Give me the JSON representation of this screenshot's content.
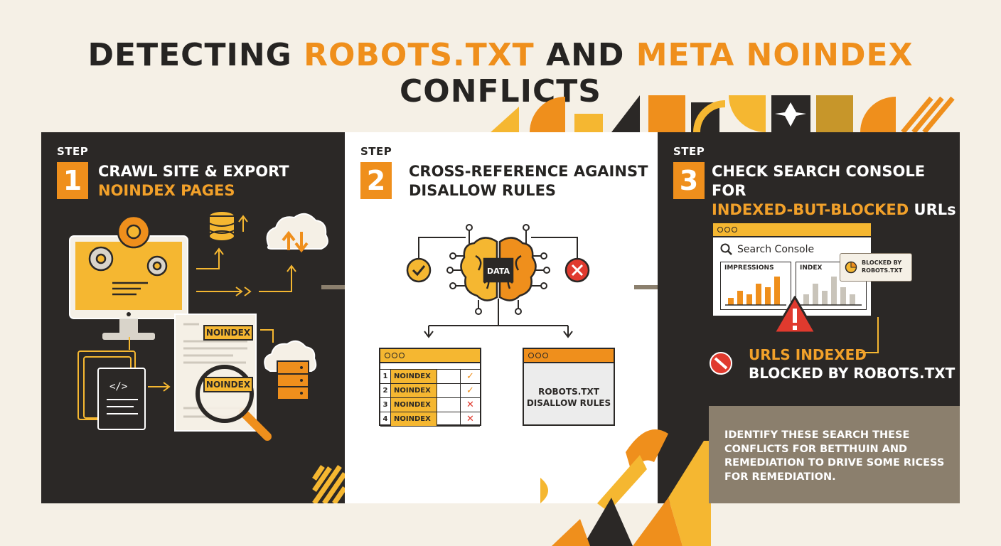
{
  "title": {
    "part1": "DETECTING ",
    "part2": "ROBOTS.TXT",
    "part3": " AND ",
    "part4": "META NOINDEX",
    "part5": " CONFLICTS"
  },
  "steps": [
    {
      "word": "STEP",
      "number": "1",
      "title_line1": "CRAWL SITE & EXPORT",
      "title_line2": "NOINDEX PAGES",
      "doc_tag_1": "NOINDEX",
      "doc_tag_2": "NOINDEX"
    },
    {
      "word": "STEP",
      "number": "2",
      "title_line1": "CROSS-REFERENCE AGAINST",
      "title_line2": "DISALLOW RULES",
      "brain_label": "DATA",
      "table_rows": [
        {
          "num": "1",
          "label": "NOINDEX",
          "mark": "check"
        },
        {
          "num": "2",
          "label": "NOINDEX",
          "mark": "check"
        },
        {
          "num": "3",
          "label": "NOINDEX",
          "mark": "cross"
        },
        {
          "num": "4",
          "label": "NOINDEX",
          "mark": "cross"
        }
      ],
      "rules_line1": "ROBOTS.TXT",
      "rules_line2": "DISALLOW RULES"
    },
    {
      "word": "STEP",
      "number": "3",
      "title_line1": "CHECK SEARCH CONSOLE FOR",
      "title_line2a": "INDEXED-BUT-BLOCKED",
      "title_line2b": " URLs",
      "console_title": "Search Console",
      "impressions_label": "IMPRESSIONS",
      "index_label": "INDEX",
      "badge_line1": "BLOCKED BY",
      "badge_line2": "ROBOTS.TXT",
      "result_line1": "URLS INDEXED",
      "result_line2": "BLOCKED BY ROBOTS.TXT"
    }
  ],
  "note": "IDENTIFY THESE SEARCH THESE CONFLICTS FOR BETTHUIN AND REMEDIATION TO DRIVE SOME RICESS FOR REMEDIATION.",
  "chart_data": [
    {
      "type": "bar",
      "name": "impressions",
      "values": [
        2,
        4,
        3,
        6,
        5,
        8
      ]
    },
    {
      "type": "bar",
      "name": "index",
      "values": [
        3,
        6,
        4,
        8,
        5,
        3
      ]
    }
  ],
  "colors": {
    "accent": "#ef8f1c",
    "accent_light": "#f5b731",
    "dark_panel": "#2b2826",
    "background": "#f5f0e6",
    "alert_red": "#e03a2e",
    "note_bg": "#8b7f6d"
  }
}
